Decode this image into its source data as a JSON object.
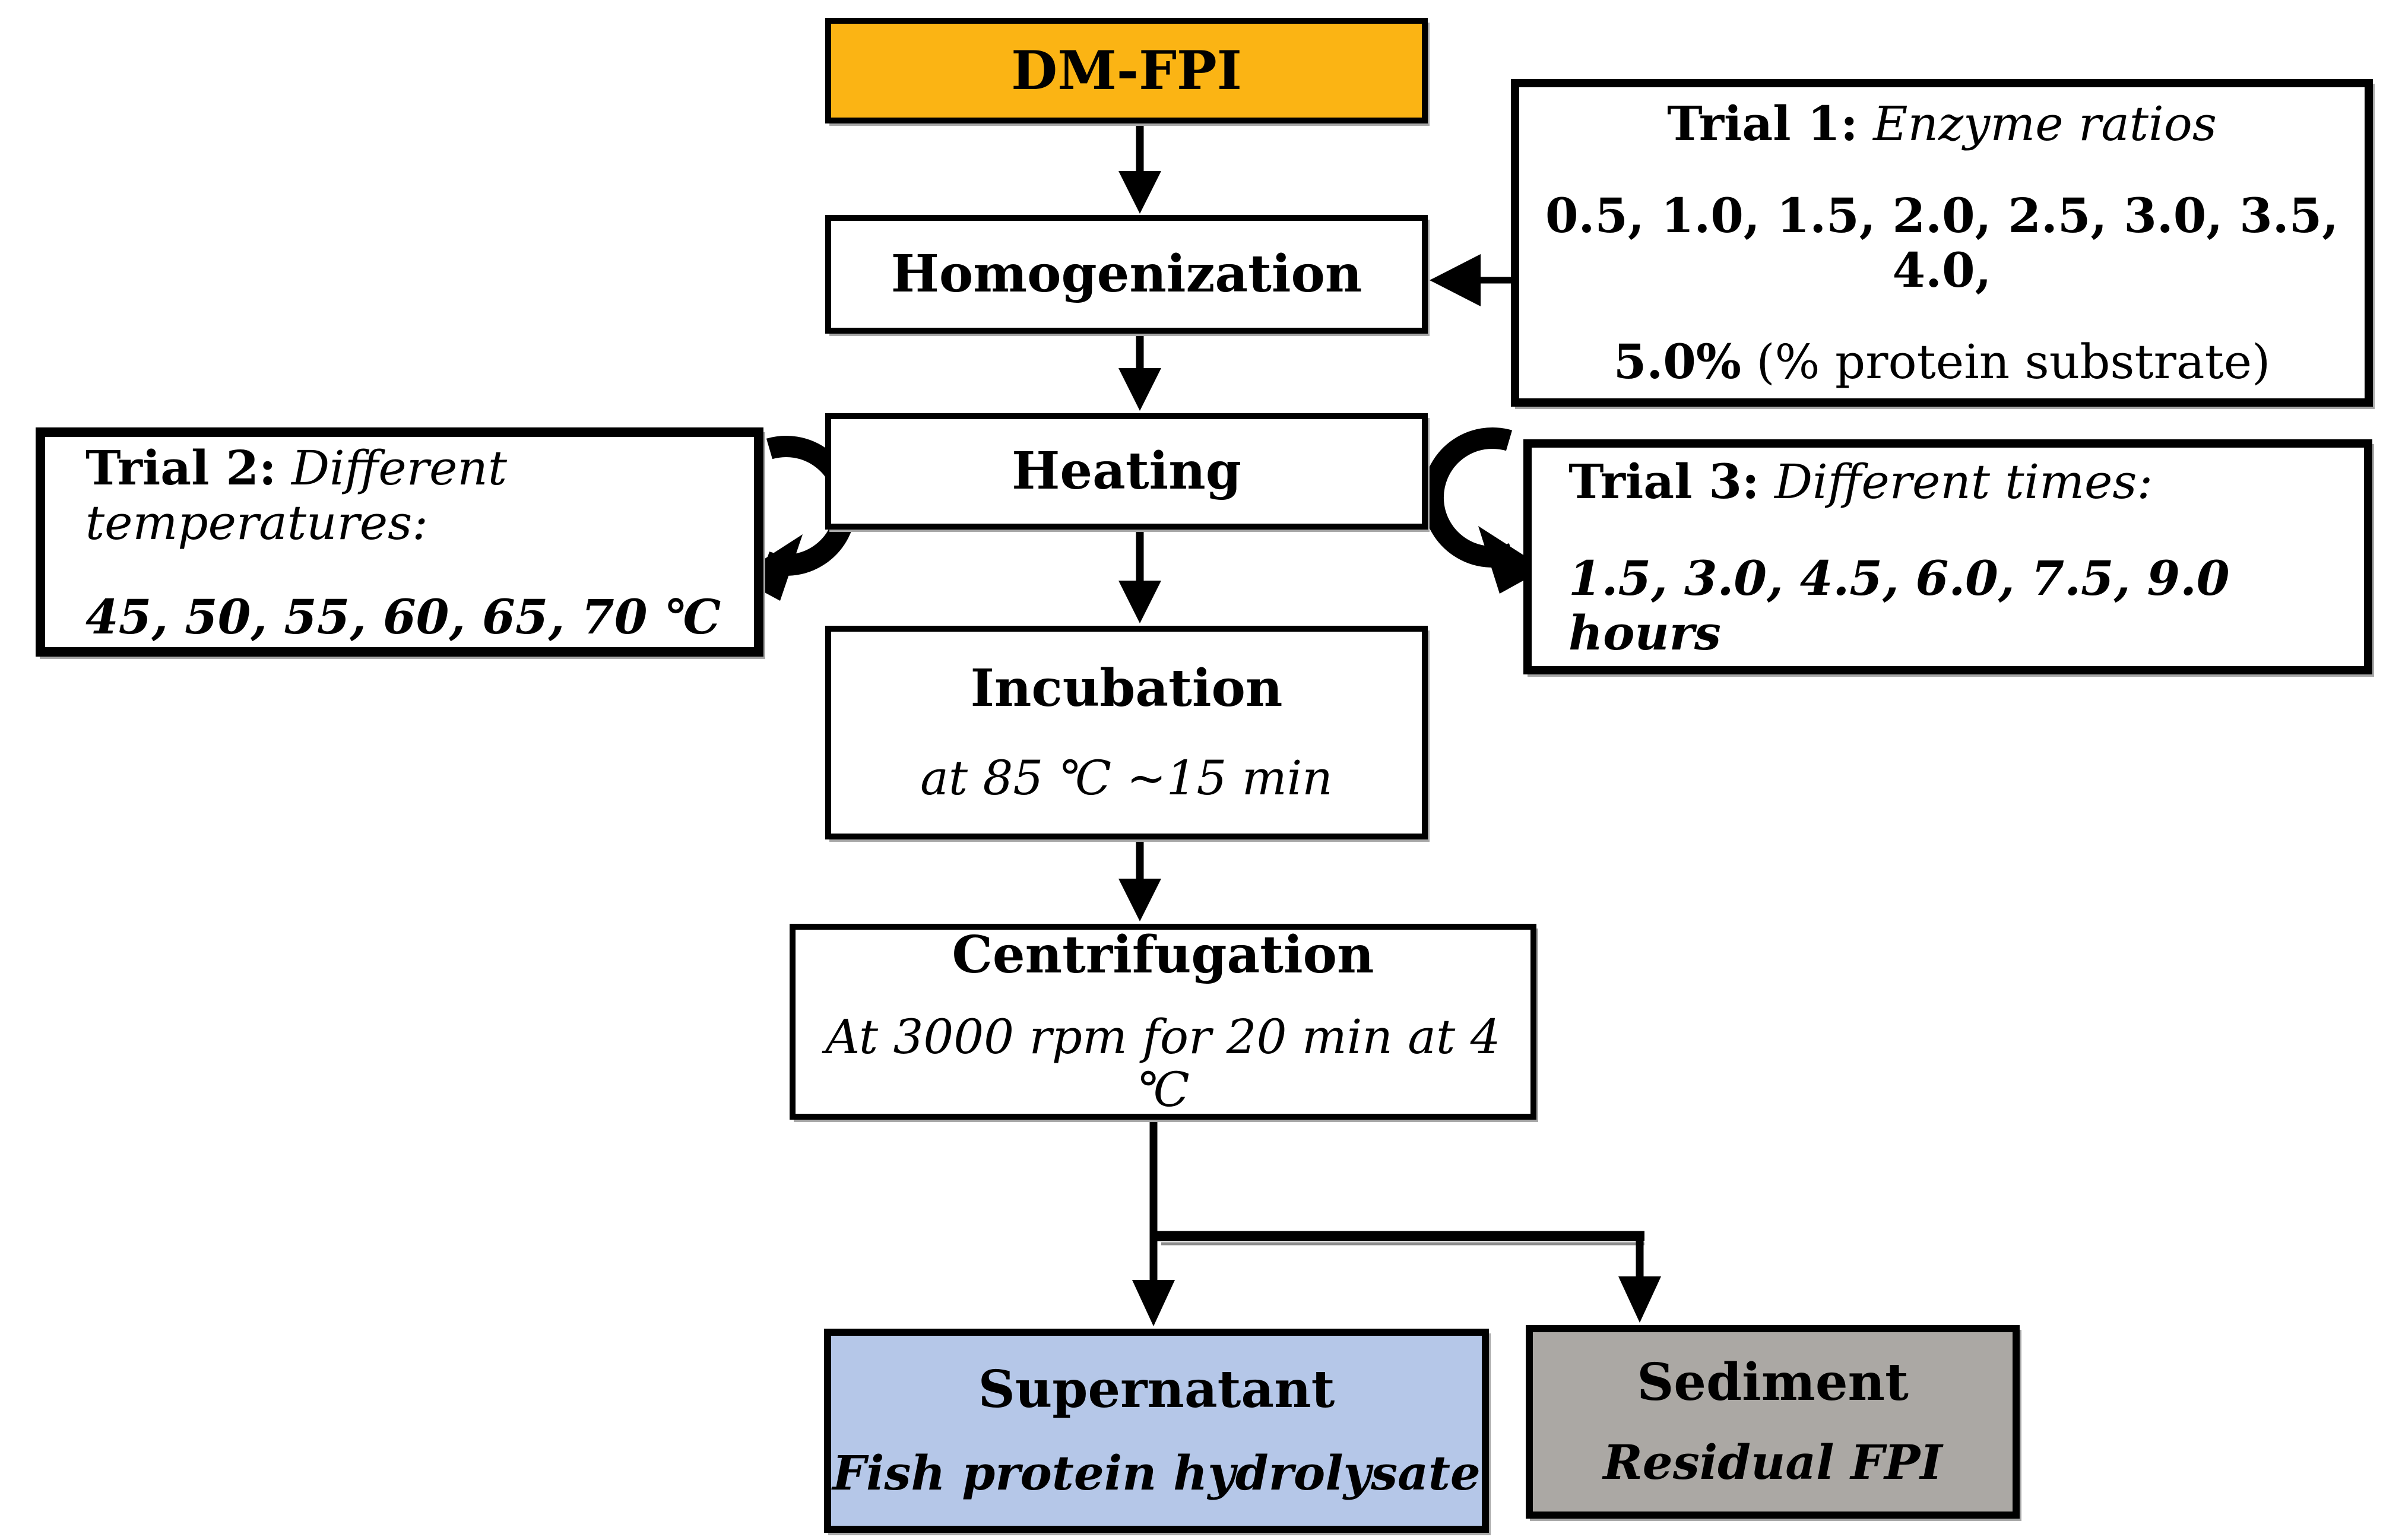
{
  "figure": {
    "colors": {
      "dm_fpi_fill": "#FBB414",
      "supernatant_fill": "#B5C7E8",
      "sediment_fill": "#ABA8A4",
      "box_border": "#000000",
      "arrow": "#000000"
    },
    "nodes": {
      "dm_fpi": {
        "label": "DM-FPI"
      },
      "homogenization": {
        "label": "Homogenization"
      },
      "heating": {
        "label": "Heating"
      },
      "incubation": {
        "label": "Incubation",
        "detail": "at 85 ℃ ~15 min"
      },
      "centrifugation": {
        "label": "Centrifugation",
        "detail": "At 3000 rpm for 20 min at 4 ℃"
      },
      "supernatant": {
        "label": "Supernatant",
        "detail": "Fish protein hydrolysate"
      },
      "sediment": {
        "label": "Sediment",
        "detail": "Residual FPI"
      },
      "trial1": {
        "label": "Trial 1:",
        "condition": "Enzyme ratios",
        "values_line1": "0.5, 1.0, 1.5, 2.0, 2.5, 3.0, 3.5, 4.0,",
        "values_line2_bold": "5.0%",
        "values_line2_rest": " (% protein substrate)"
      },
      "trial2": {
        "label": "Trial 2:",
        "condition": "Different temperatures:",
        "values": "45, 50, 55, 60, 65, 70 ℃"
      },
      "trial3": {
        "label": "Trial 3:",
        "condition": "Different times:",
        "values": "1.5, 3.0, 4.5, 6.0, 7.5, 9.0 hours"
      }
    }
  }
}
